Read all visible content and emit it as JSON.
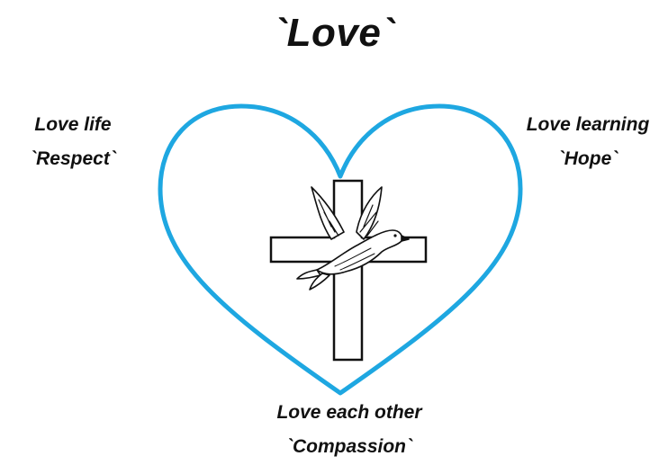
{
  "title": "`Love`",
  "labels": {
    "left": {
      "line1": "Love life",
      "line2": "`Respect`"
    },
    "right": {
      "line1": "Love learning",
      "line2": "`Hope`"
    },
    "bottom": {
      "line1": "Love each other",
      "line2": "`Compassion`"
    }
  },
  "colors": {
    "heart": "#1ea7e1",
    "cross": "#111111",
    "dove": "#111111"
  },
  "icons": [
    "heart-icon",
    "cross-icon",
    "dove-icon"
  ]
}
